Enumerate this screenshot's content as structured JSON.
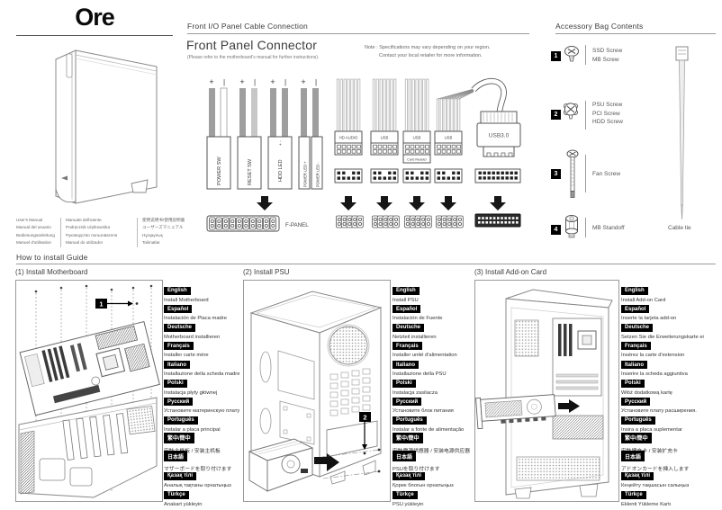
{
  "brand": {
    "logo": "Ore"
  },
  "manual_labels": {
    "col1": [
      "User's Manual",
      "Manual del usuario",
      "Bedienungsanleitung",
      "Manuel d'utilisation"
    ],
    "col2": [
      "Manuale dell'utente",
      "Podręcznik użytkownika",
      "Руководство пользователя",
      "Manual do utilizador"
    ],
    "col3": [
      "使用说明书/使用說明書",
      "ユーザーズマニュアル",
      "Нұсқаулық",
      "Talimatlar"
    ]
  },
  "front_io": {
    "section_title": "Front I/O Panel Cable Connection",
    "title": "Front Panel Connector",
    "subtitle": "(Please refer to the motherboard's manual for further instructions).",
    "note_line1": "Note :  Specifications may vary depending on your region.",
    "note_line2": "Contact your local retailer for more information.",
    "polarity_plus": "+",
    "polarity_minus": "|",
    "cables": [
      "POWER SW",
      "RESET SW",
      "HDD LED",
      "POWER LED +",
      "POWER LED -"
    ],
    "hdd_polarity": "+ -",
    "fpanel_label": "F-PANEL",
    "ribbons": [
      "HD AUDIO",
      "USB",
      "USB",
      "USB"
    ],
    "card_reader_label": "Card Reader",
    "usb3_label": "USB3.0"
  },
  "accessories": {
    "section_title": "Accessory Bag Contents",
    "items": [
      {
        "num": "1",
        "labels": [
          "SSD Screw",
          "MB Screw"
        ]
      },
      {
        "num": "2",
        "labels": [
          "PSU Screw",
          "PCI Screw",
          "HDD Screw"
        ]
      },
      {
        "num": "3",
        "labels": [
          "Fan Screw"
        ]
      },
      {
        "num": "4",
        "labels": [
          "MB Standoff"
        ]
      }
    ],
    "cable_tie_label": "Cable tie"
  },
  "guide": {
    "section_title": "How to install Guide",
    "panels": [
      {
        "title": "(1) Install Motherboard",
        "badge": "1",
        "languages": [
          {
            "lang": "English",
            "text": "Install Motherboard"
          },
          {
            "lang": "Español",
            "text": "Instalación de Placa madre"
          },
          {
            "lang": "Deutsche",
            "text": "Motherboard installieren"
          },
          {
            "lang": "Français",
            "text": "Installer carte mère"
          },
          {
            "lang": "Italiano",
            "text": "Installazione della scheda madre"
          },
          {
            "lang": "Polski",
            "text": "Instalacja płyty głównej"
          },
          {
            "lang": "Русский",
            "text": "Установите материнскую плату"
          },
          {
            "lang": "Português",
            "text": "Instalar a placa principal"
          },
          {
            "lang": "繁中/簡中",
            "text": "安裝主機板 / 安装主机板"
          },
          {
            "lang": "日本語",
            "text": "マザーボードを取り付けます"
          },
          {
            "lang": "Қазақ тілі",
            "text": "Аналық тақтаны орнатыңыз"
          },
          {
            "lang": "Türkçe",
            "text": "Anakart yükleyin"
          }
        ]
      },
      {
        "title": "(2) Install PSU",
        "badge": "2",
        "languages": [
          {
            "lang": "English",
            "text": "Install PSU"
          },
          {
            "lang": "Español",
            "text": "Instalación de Fuente"
          },
          {
            "lang": "Deutsche",
            "text": "Netzteil installieren"
          },
          {
            "lang": "Français",
            "text": "Installer unité d'alimentation"
          },
          {
            "lang": "Italiano",
            "text": "Installazione della PSU"
          },
          {
            "lang": "Polski",
            "text": "Instalacja zasilacza"
          },
          {
            "lang": "Русский",
            "text": "Установите блок питания"
          },
          {
            "lang": "Português",
            "text": "Instalar a fonte de alimentação"
          },
          {
            "lang": "繁中/簡中",
            "text": "安裝電源供應器 / 安装电源供应器"
          },
          {
            "lang": "日本語",
            "text": "PSUを取り付けます"
          },
          {
            "lang": "Қазақ тілі",
            "text": "Қорек блогын орнатыңыз"
          },
          {
            "lang": "Türkçe",
            "text": "PSU yükleyin"
          }
        ]
      },
      {
        "title": "(3) Install Add-on Card",
        "badge": "",
        "languages": [
          {
            "lang": "English",
            "text": "Install Add-on Card"
          },
          {
            "lang": "Español",
            "text": "Inserte la tarjeta add-on"
          },
          {
            "lang": "Deutsche",
            "text": "Setzen Sie die Erweiterungskarte ei"
          },
          {
            "lang": "Français",
            "text": "Insérez la carte d'extension"
          },
          {
            "lang": "Italiano",
            "text": "Inserire la scheda aggiuntiva"
          },
          {
            "lang": "Polski",
            "text": "Włóż dodatkową kartę"
          },
          {
            "lang": "Русский",
            "text": "Установите плату расширения."
          },
          {
            "lang": "Português",
            "text": "Insira a placa suplementar"
          },
          {
            "lang": "繁中/簡中",
            "text": "安裝擴充卡 / 安装扩充卡"
          },
          {
            "lang": "日本語",
            "text": "アドオンカードを挿入します"
          },
          {
            "lang": "Қазақ тілі",
            "text": "Кеңейту тақшасын салыңыз"
          },
          {
            "lang": "Türkçe",
            "text": "Eklenti Yükleme Kartı"
          }
        ]
      }
    ]
  }
}
